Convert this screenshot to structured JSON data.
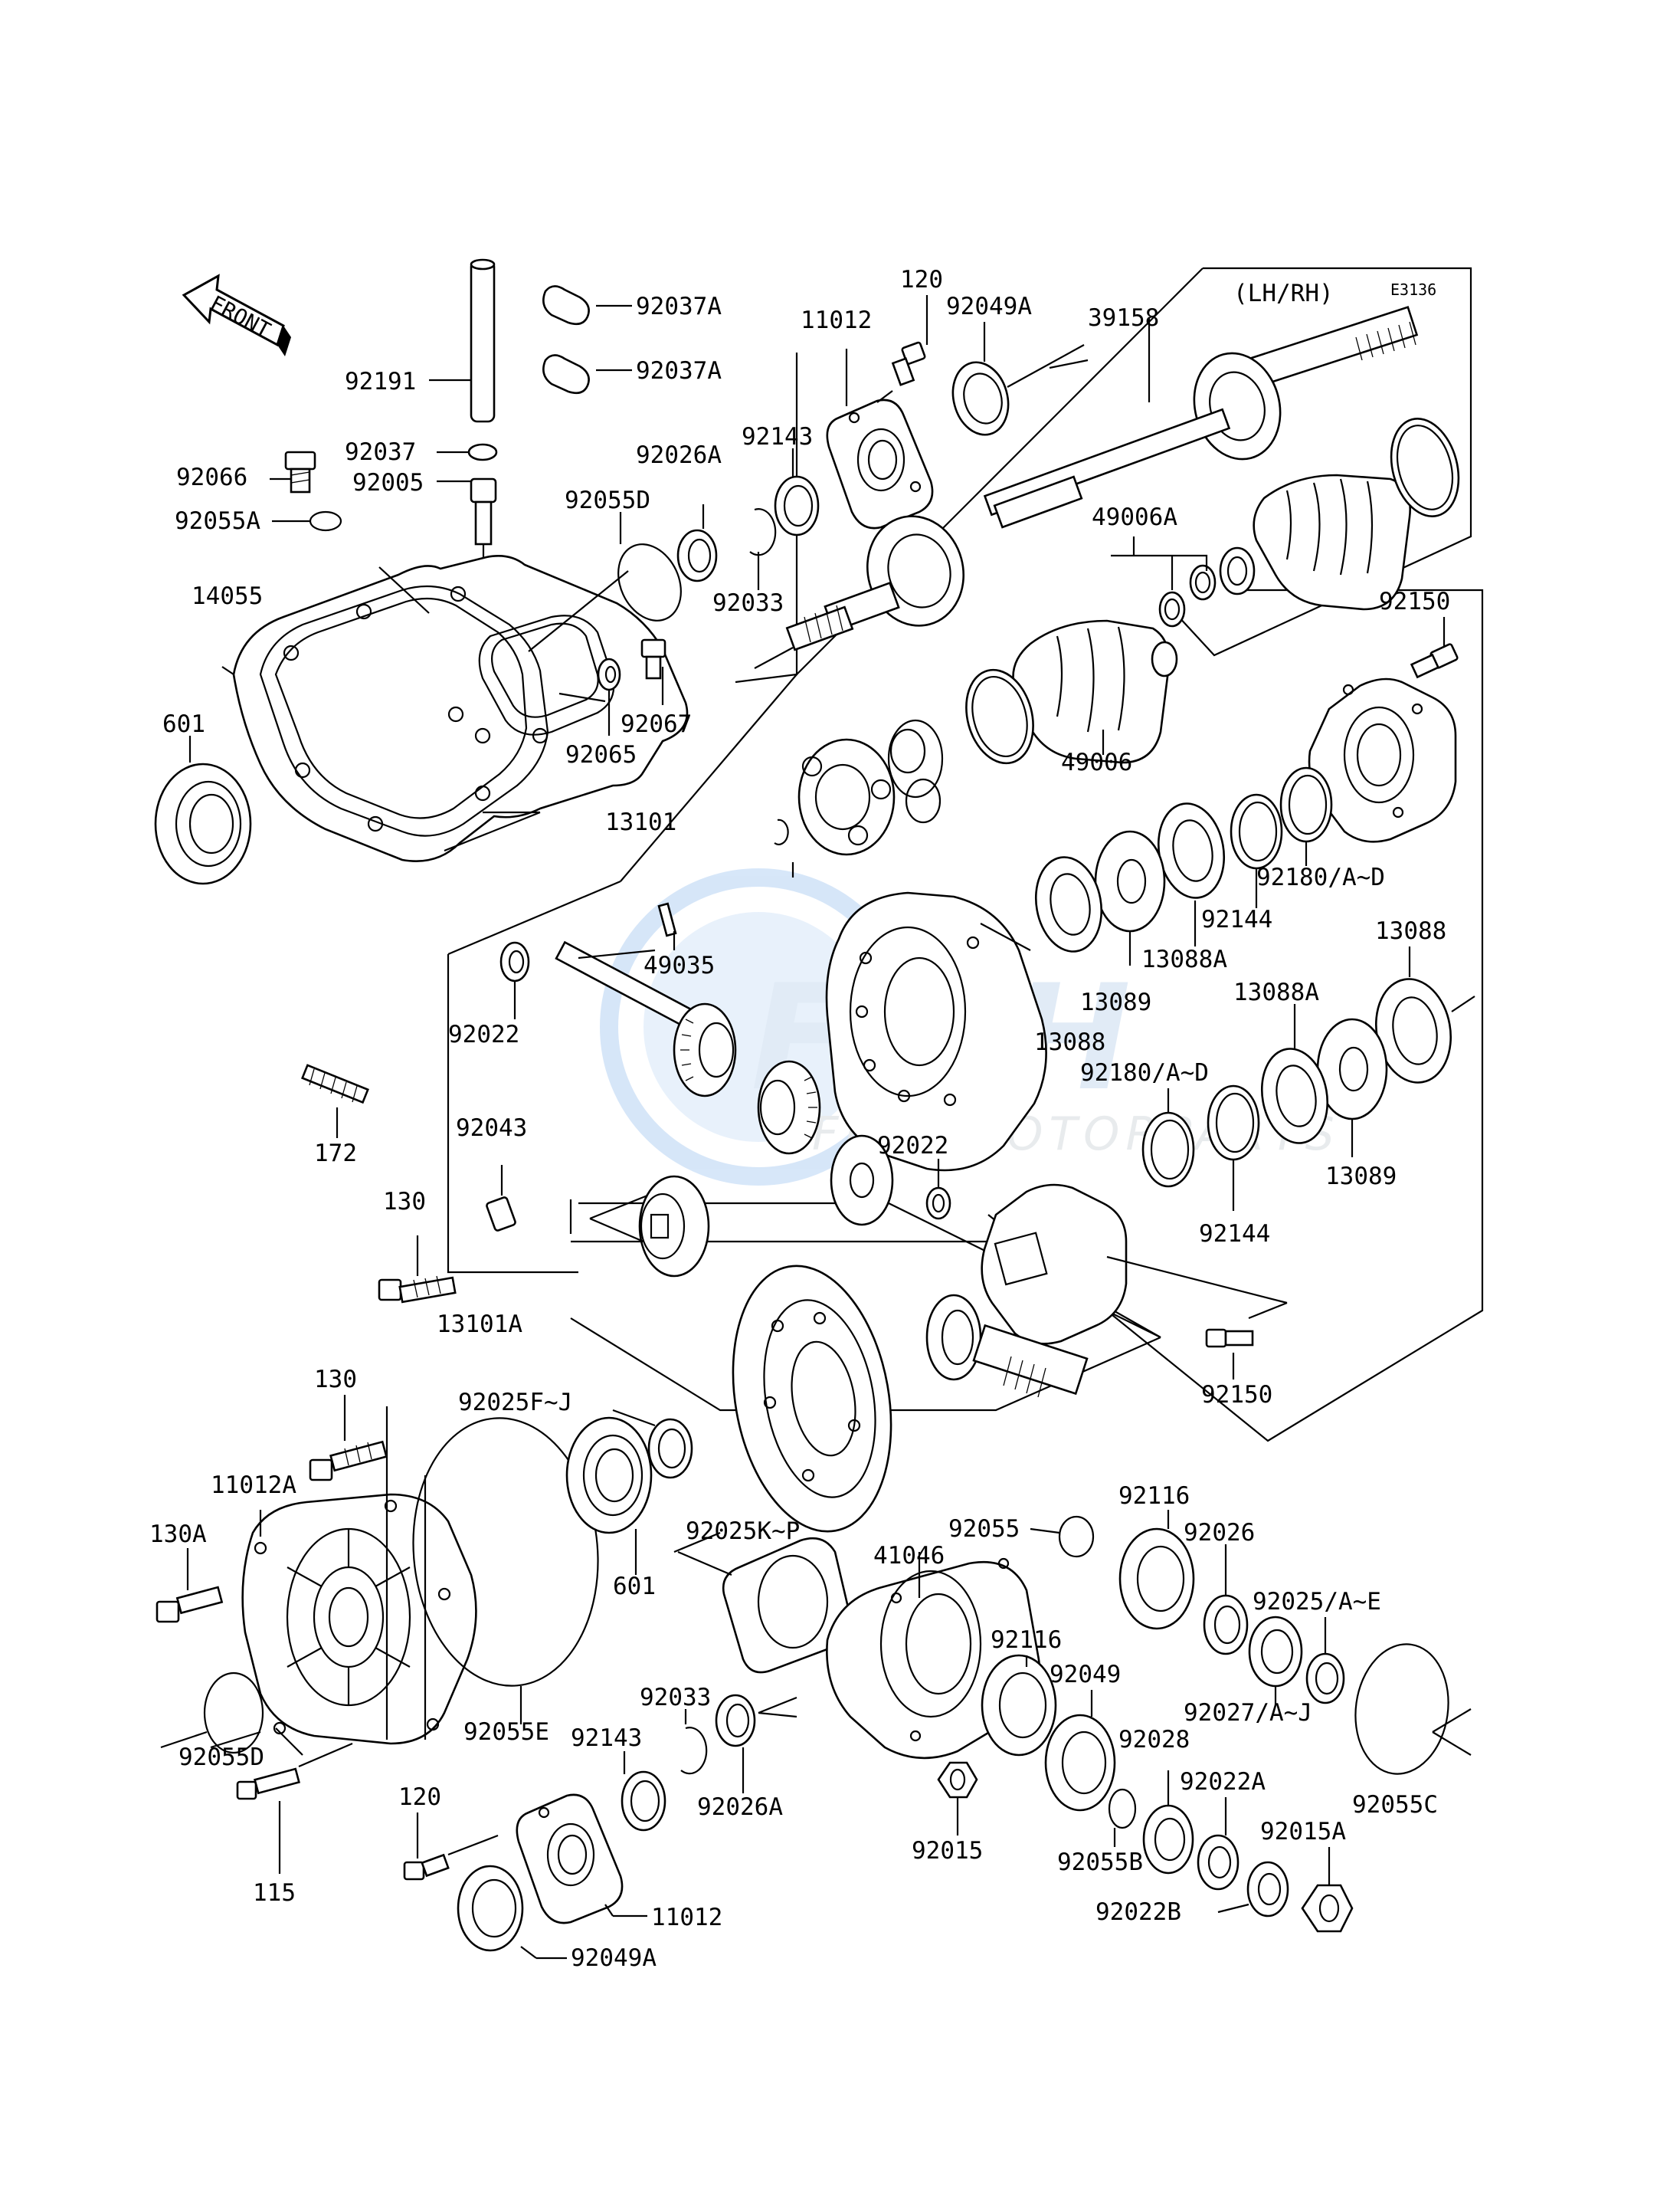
{
  "diagram_code": "E3136",
  "front_label": "FRONT",
  "shaft_note": "(LH/RH)",
  "watermark": "FISH MOTORPARTS",
  "labels": {
    "p92037A_1": "92037A",
    "p92037A_2": "92037A",
    "p92191": "92191",
    "p92037": "92037",
    "p92005": "92005",
    "p92066": "92066",
    "p92055A": "92055A",
    "p14055": "14055",
    "p601_top": "601",
    "p92055D_top": "92055D",
    "p92026A_top": "92026A",
    "p92033_top": "92033",
    "p92143_top": "92143",
    "p11012_top": "11012",
    "p120_top": "120",
    "p92049A_top": "92049A",
    "p39158": "39158",
    "p49006A": "49006A",
    "p49006": "49006",
    "p92067": "92067",
    "p92065": "92065",
    "p92150_top": "92150",
    "p92180_1": "92180/A~D",
    "p92144_1": "92144",
    "p13088A_1": "13088A",
    "p13088_right": "13088",
    "p13089_1": "13089",
    "p13088_mid": "13088",
    "p13101": "13101",
    "p49035": "49035",
    "p92022_left": "92022",
    "p172": "172",
    "p92043": "92043",
    "p92022_mid": "92022",
    "p13088A_2": "13088A",
    "p92180_2": "92180/A~D",
    "p13089_2": "13089",
    "p92144_2": "92144",
    "p130_1": "130",
    "p13101A": "13101A",
    "p92150_bot": "92150",
    "p130_2": "130",
    "p92025FJ": "92025F~J",
    "p11012A": "11012A",
    "p130A": "130A",
    "p601_bot": "601",
    "p92025KP": "92025K~P",
    "p92055": "92055",
    "p41046": "41046",
    "p92116_1": "92116",
    "p92026": "92026",
    "p92025AE": "92025/A~E",
    "p92027": "92027/A~J",
    "p92116_2": "92116",
    "p92049": "92049",
    "p92028": "92028",
    "p92022A": "92022A",
    "p92055C": "92055C",
    "p92055E": "92055E",
    "p92143_bot": "92143",
    "p92033_bot": "92033",
    "p92026A_bot": "92026A",
    "p92015": "92015",
    "p92055B": "92055B",
    "p92015A": "92015A",
    "p92022B": "92022B",
    "p92055D_bot": "92055D",
    "p120_bot": "120",
    "p11012_bot": "11012",
    "p115": "115",
    "p92049A_bot": "92049A"
  }
}
